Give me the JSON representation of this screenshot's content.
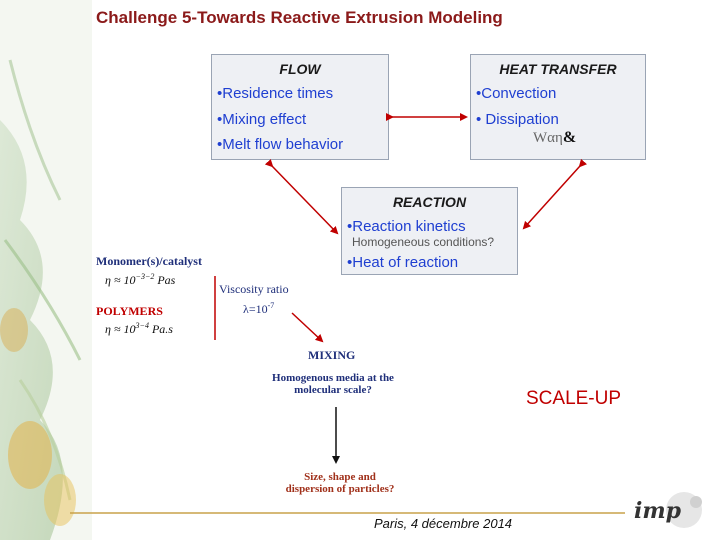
{
  "title": "Challenge 5-Towards Reactive Extrusion Modeling",
  "flow_box": {
    "heading": "FLOW",
    "items": [
      "•Residence times",
      "•Mixing effect",
      "•Melt flow behavior"
    ]
  },
  "heat_box": {
    "heading": "HEAT TRANSFER",
    "items": [
      "•Convection",
      "• Dissipation"
    ],
    "formula": "Wαη"
  },
  "reaction_box": {
    "heading": "REACTION",
    "item1": "•Reaction kinetics",
    "note": "Homogeneous conditions?",
    "item2": "•Heat of reaction"
  },
  "left_panel": {
    "monomer_label": "Monomer(s)/catalyst",
    "monomer_eta": "η ≈ 10",
    "monomer_exp": "−3−2",
    "monomer_unit": " Pas",
    "polymers_label": "POLYMERS",
    "polymers_eta": "η ≈ 10",
    "polymers_exp": "3−4",
    "polymers_unit": " Pa.s",
    "viscosity_label": "Viscosity ratio",
    "lambda": "λ=10",
    "lambda_exp": "-7"
  },
  "mixing": {
    "label": "MIXING",
    "question1_line1": "Homogenous media at the",
    "question1_line2": "molecular scale?",
    "question2_line1": "Size, shape and",
    "question2_line2": "dispersion of particles?"
  },
  "scale_up": "SCALE-UP",
  "footer": "Paris, 4 décembre 2014",
  "logo_text": "imp",
  "colors": {
    "title": "#8b1a1a",
    "accent_red": "#c00000",
    "item_blue": "#1f3fd1",
    "box_fill": "#eef0f4"
  }
}
